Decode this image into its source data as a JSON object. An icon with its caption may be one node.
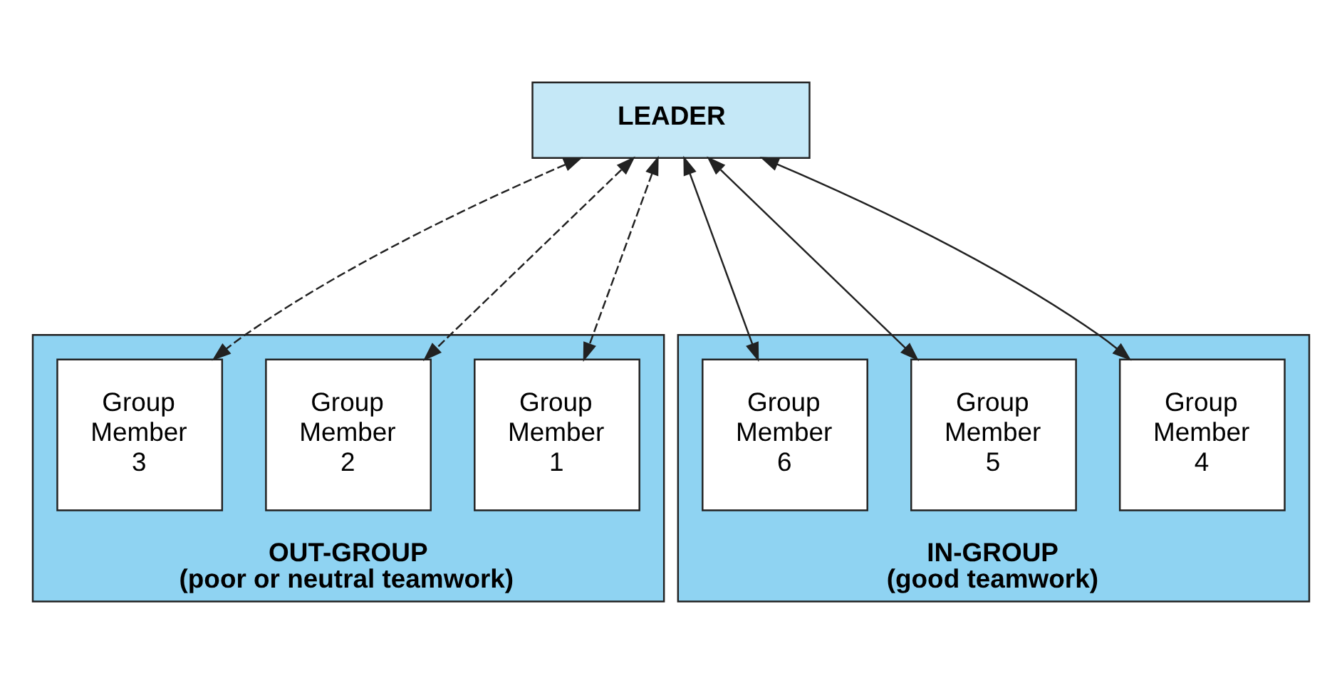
{
  "diagram": {
    "nodes": [
      {
        "text": [
          "LEADER"
        ]
      },
      {
        "text": [
          "OUT-GROUP",
          "(poor or neutral teamwork)"
        ]
      },
      {
        "text": [
          "Group Member 1"
        ],
        "in": 1
      },
      {
        "text": [
          "Group Member 2"
        ],
        "in": 1
      },
      {
        "text": [
          "Group Member 3"
        ],
        "in": 1
      },
      {
        "text": [
          "IN-GROUP",
          "(good teamwork)"
        ]
      },
      {
        "text": [
          "Group Member 4"
        ],
        "in": 5
      },
      {
        "text": [
          "Group Member 5"
        ],
        "in": 5
      },
      {
        "text": [
          "Group Member 6"
        ],
        "in": 5
      }
    ],
    "edges": [
      {
        "from": 0,
        "to": 2,
        "arrow": "both",
        "style": "dashed"
      },
      {
        "from": 0,
        "to": 3,
        "arrow": "both",
        "style": "dashed"
      },
      {
        "from": 0,
        "to": 4,
        "arrow": "both",
        "style": "dashed"
      },
      {
        "from": 0,
        "to": 6,
        "arrow": "both"
      },
      {
        "from": 0,
        "to": 7,
        "arrow": "both"
      },
      {
        "from": 0,
        "to": 8,
        "arrow": "both"
      }
    ]
  }
}
